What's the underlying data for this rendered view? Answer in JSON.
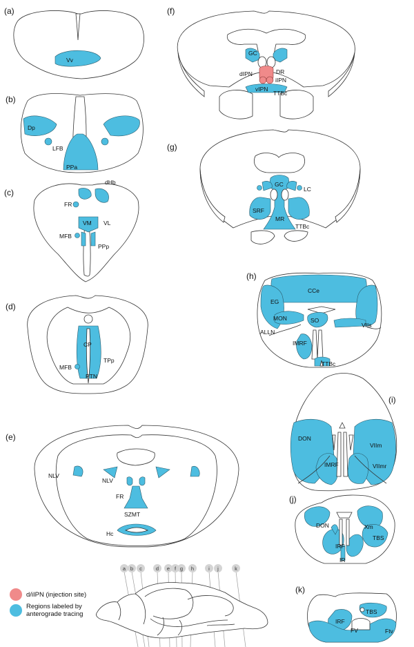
{
  "panels": [
    "(a)",
    "(b)",
    "(c)",
    "(d)",
    "(e)",
    "(f)",
    "(g)",
    "(h)",
    "(i)",
    "(j)",
    "(k)"
  ],
  "labels": {
    "a": [
      "Vv"
    ],
    "b": [
      "Dp",
      "LFB",
      "PPa"
    ],
    "c": [
      "dHb",
      "FR",
      "VM",
      "VL",
      "MFB",
      "PPp"
    ],
    "d": [
      "CP",
      "TPp",
      "MFB",
      "PTN"
    ],
    "e": [
      "NLV",
      "NLV",
      "FR",
      "SZMT",
      "Hc"
    ],
    "f": [
      "GC",
      "dIPN",
      "DR",
      "iIPN",
      "vIPN",
      "TTBc"
    ],
    "g": [
      "GC",
      "LC",
      "SRF",
      "MR",
      "TTBc"
    ],
    "h": [
      "CCe",
      "EG",
      "MON",
      "SO",
      "VIIs",
      "ALLN",
      "IMRF",
      "TTBc"
    ],
    "i": [
      "DON",
      "VIIm",
      "IMRF",
      "VIImr"
    ],
    "j": [
      "DON",
      "Xm",
      "TBS",
      "IRF",
      "IR"
    ],
    "k": [
      "TBS",
      "IRF",
      "FV",
      "Ftv"
    ]
  },
  "section_markers": [
    "a",
    "b",
    "c",
    "d",
    "e",
    "f",
    "g",
    "h",
    "i",
    "j",
    "k"
  ],
  "legend": [
    {
      "label": "d/iIPN (injection site)",
      "color": "#f08a8a"
    },
    {
      "label": "Regions labeled by anterograde tracing",
      "color": "#4dbde0"
    }
  ],
  "colors": {
    "labeled": "#4dbde0",
    "injection": "#f08a8a"
  }
}
